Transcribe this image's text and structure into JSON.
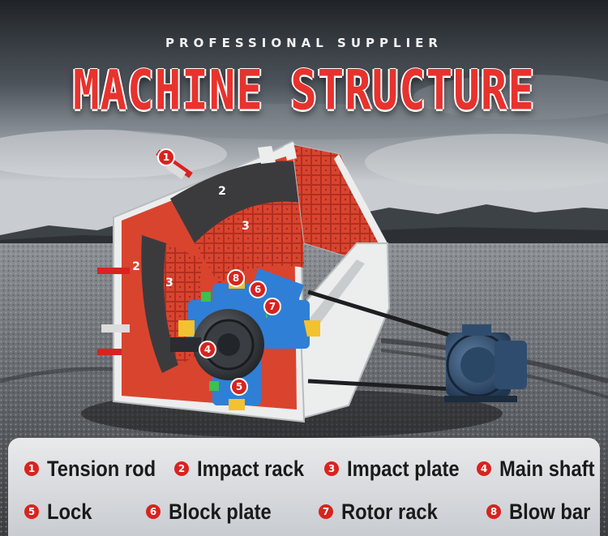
{
  "header": {
    "tagline": "PROFESSIONAL SUPPLIER",
    "title": "MACHINE STRUCTURE"
  },
  "legend": {
    "items": [
      {
        "number": "1",
        "label": "Tension rod"
      },
      {
        "number": "2",
        "label": "Impact rack"
      },
      {
        "number": "3",
        "label": "Impact plate"
      },
      {
        "number": "4",
        "label": "Main shaft"
      },
      {
        "number": "5",
        "label": "Lock"
      },
      {
        "number": "6",
        "label": "Block plate"
      },
      {
        "number": "7",
        "label": "Rotor rack"
      },
      {
        "number": "8",
        "label": "Blow bar"
      }
    ]
  },
  "callouts": [
    "1",
    "2",
    "3",
    "2",
    "3",
    "8",
    "6",
    "7",
    "4",
    "5"
  ],
  "colors": {
    "accent_red": "#d8231f",
    "title_red": "#e8322d",
    "liner_red": "#d9442f",
    "rotor_blue": "#2f7fd6",
    "motor_blue": "#2f4c6e",
    "frame_white": "#eceeee"
  }
}
